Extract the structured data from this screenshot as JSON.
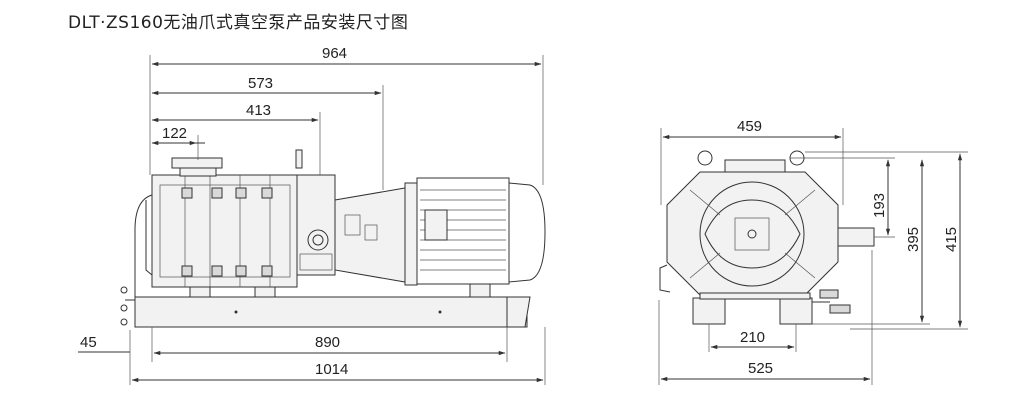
{
  "title": "DLT·ZS160无油爪式真空泵产品安装尺寸图",
  "dimensions": {
    "side_overall_top": "964",
    "side_573": "573",
    "side_413": "413",
    "side_122": "122",
    "side_45": "45",
    "side_890": "890",
    "side_1014": "1014",
    "front_459": "459",
    "front_193": "193",
    "front_395": "395",
    "front_415": "415",
    "front_210": "210",
    "front_525": "525"
  }
}
